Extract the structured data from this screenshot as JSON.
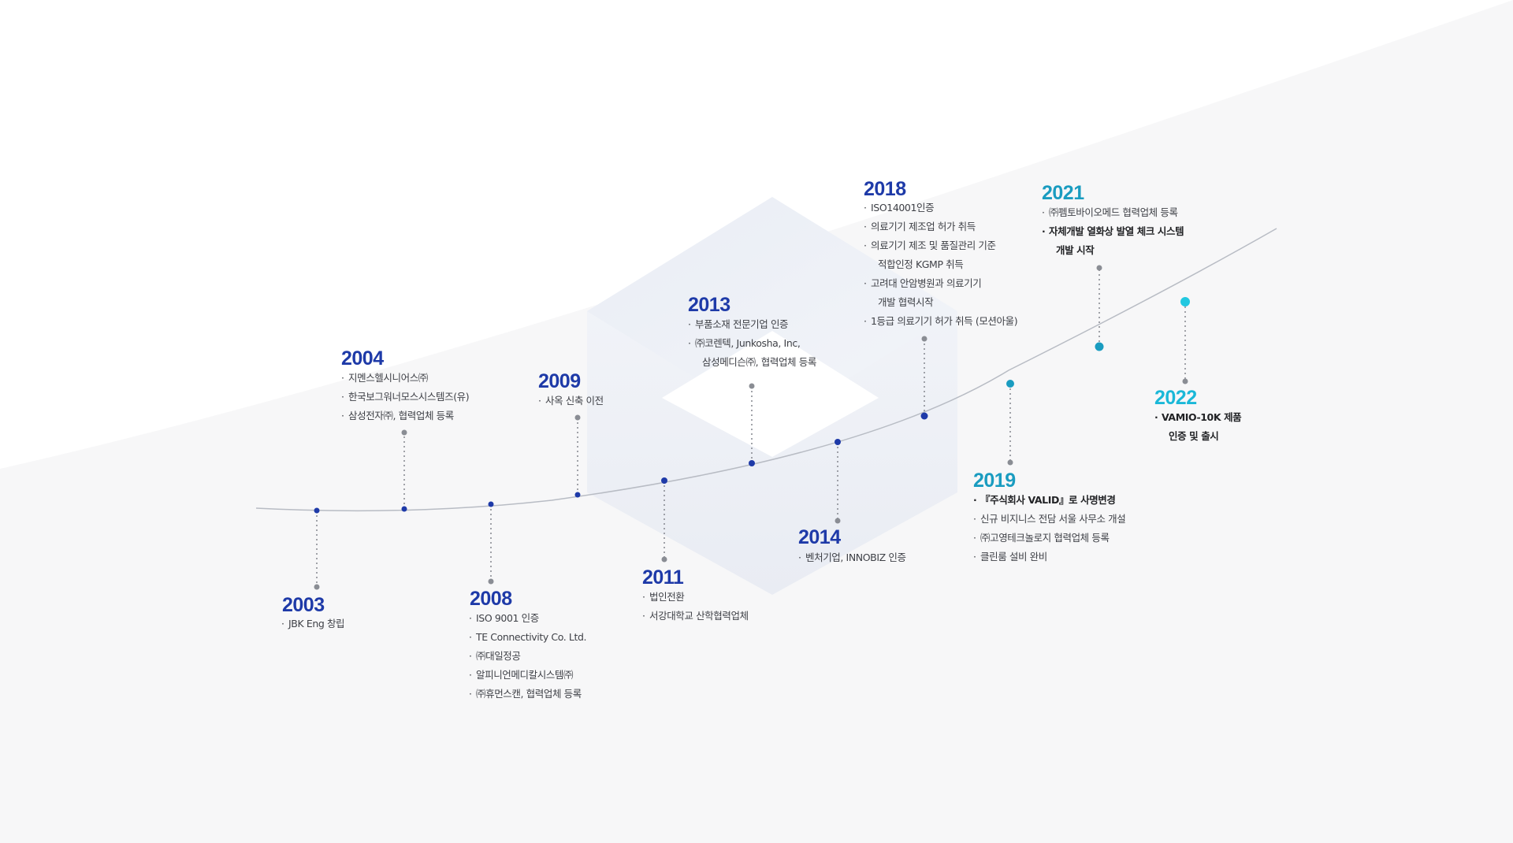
{
  "colors": {
    "year_dark": "#1e3aa8",
    "year_teal": "#1a9cc0",
    "year_cyan": "#1ab8d8",
    "dot_dark": "#1e3aa8",
    "dot_teal": "#1a9cc0",
    "dot_cyan": "#22c8e0",
    "stem": "#8a8d94",
    "curve": "#b8bcc4",
    "bg_gray": "#f7f7f8"
  },
  "milestones": [
    {
      "year": "2003",
      "items": [
        {
          "text": "JBK Eng 창립"
        }
      ]
    },
    {
      "year": "2004",
      "items": [
        {
          "text": "지멘스헬시니어스㈜"
        },
        {
          "text": "한국보그워너모스시스템즈(유)"
        },
        {
          "text": "삼성전자㈜, 협력업체 등록"
        }
      ]
    },
    {
      "year": "2008",
      "items": [
        {
          "text": "ISO 9001 인증"
        },
        {
          "text": "TE Connectivity Co. Ltd."
        },
        {
          "text": "㈜대일정공"
        },
        {
          "text": "알피니언메디칼시스템㈜"
        },
        {
          "text": "㈜휴먼스캔, 협력업체 등록"
        }
      ]
    },
    {
      "year": "2009",
      "items": [
        {
          "text": "사옥 신축 이전"
        }
      ]
    },
    {
      "year": "2011",
      "items": [
        {
          "text": "법인전환"
        },
        {
          "text": "서강대학교 산학협력업체"
        }
      ]
    },
    {
      "year": "2013",
      "items": [
        {
          "text": "부품소재 전문기업 인증"
        },
        {
          "text": "㈜코렌텍, Junkosha, Inc,"
        },
        {
          "text": "삼성메디슨㈜, 협력업체 등록",
          "cont": true
        }
      ]
    },
    {
      "year": "2014",
      "items": [
        {
          "text": "벤처기업, INNOBIZ 인증"
        }
      ]
    },
    {
      "year": "2018",
      "items": [
        {
          "text": "ISO14001인증"
        },
        {
          "text": "의료기기 제조업 허가 취득"
        },
        {
          "text": "의료기기 제조 및 품질관리 기준"
        },
        {
          "text": "적합인정 KGMP 취득",
          "cont": true
        },
        {
          "text": "고려대 안암병원과 의료기기"
        },
        {
          "text": "개발 협력시작",
          "cont": true
        },
        {
          "text": "1등급 의료기기 허가 취득 (모션아울)"
        }
      ]
    },
    {
      "year": "2019",
      "items": [
        {
          "text": "『주식회사 VALID』로 사명변경",
          "bold": true
        },
        {
          "text": "신규 비지니스 전담 서울 사무소 개설"
        },
        {
          "text": "㈜고영테크놀로지 협력업체 등록"
        },
        {
          "text": "클린룸 설비 완비"
        }
      ]
    },
    {
      "year": "2021",
      "items": [
        {
          "text": "㈜펨토바이오메드 협력업체 등록"
        },
        {
          "text": "자체개발 열화상 발열 체크 시스템",
          "bold": true
        },
        {
          "text": "개발 시작",
          "bold": true,
          "cont": true
        }
      ]
    },
    {
      "year": "2022",
      "items": [
        {
          "text": "VAMIO-10K 제품",
          "bold": true
        },
        {
          "text": "인증 및 출시",
          "bold": true,
          "cont": true
        }
      ]
    }
  ]
}
